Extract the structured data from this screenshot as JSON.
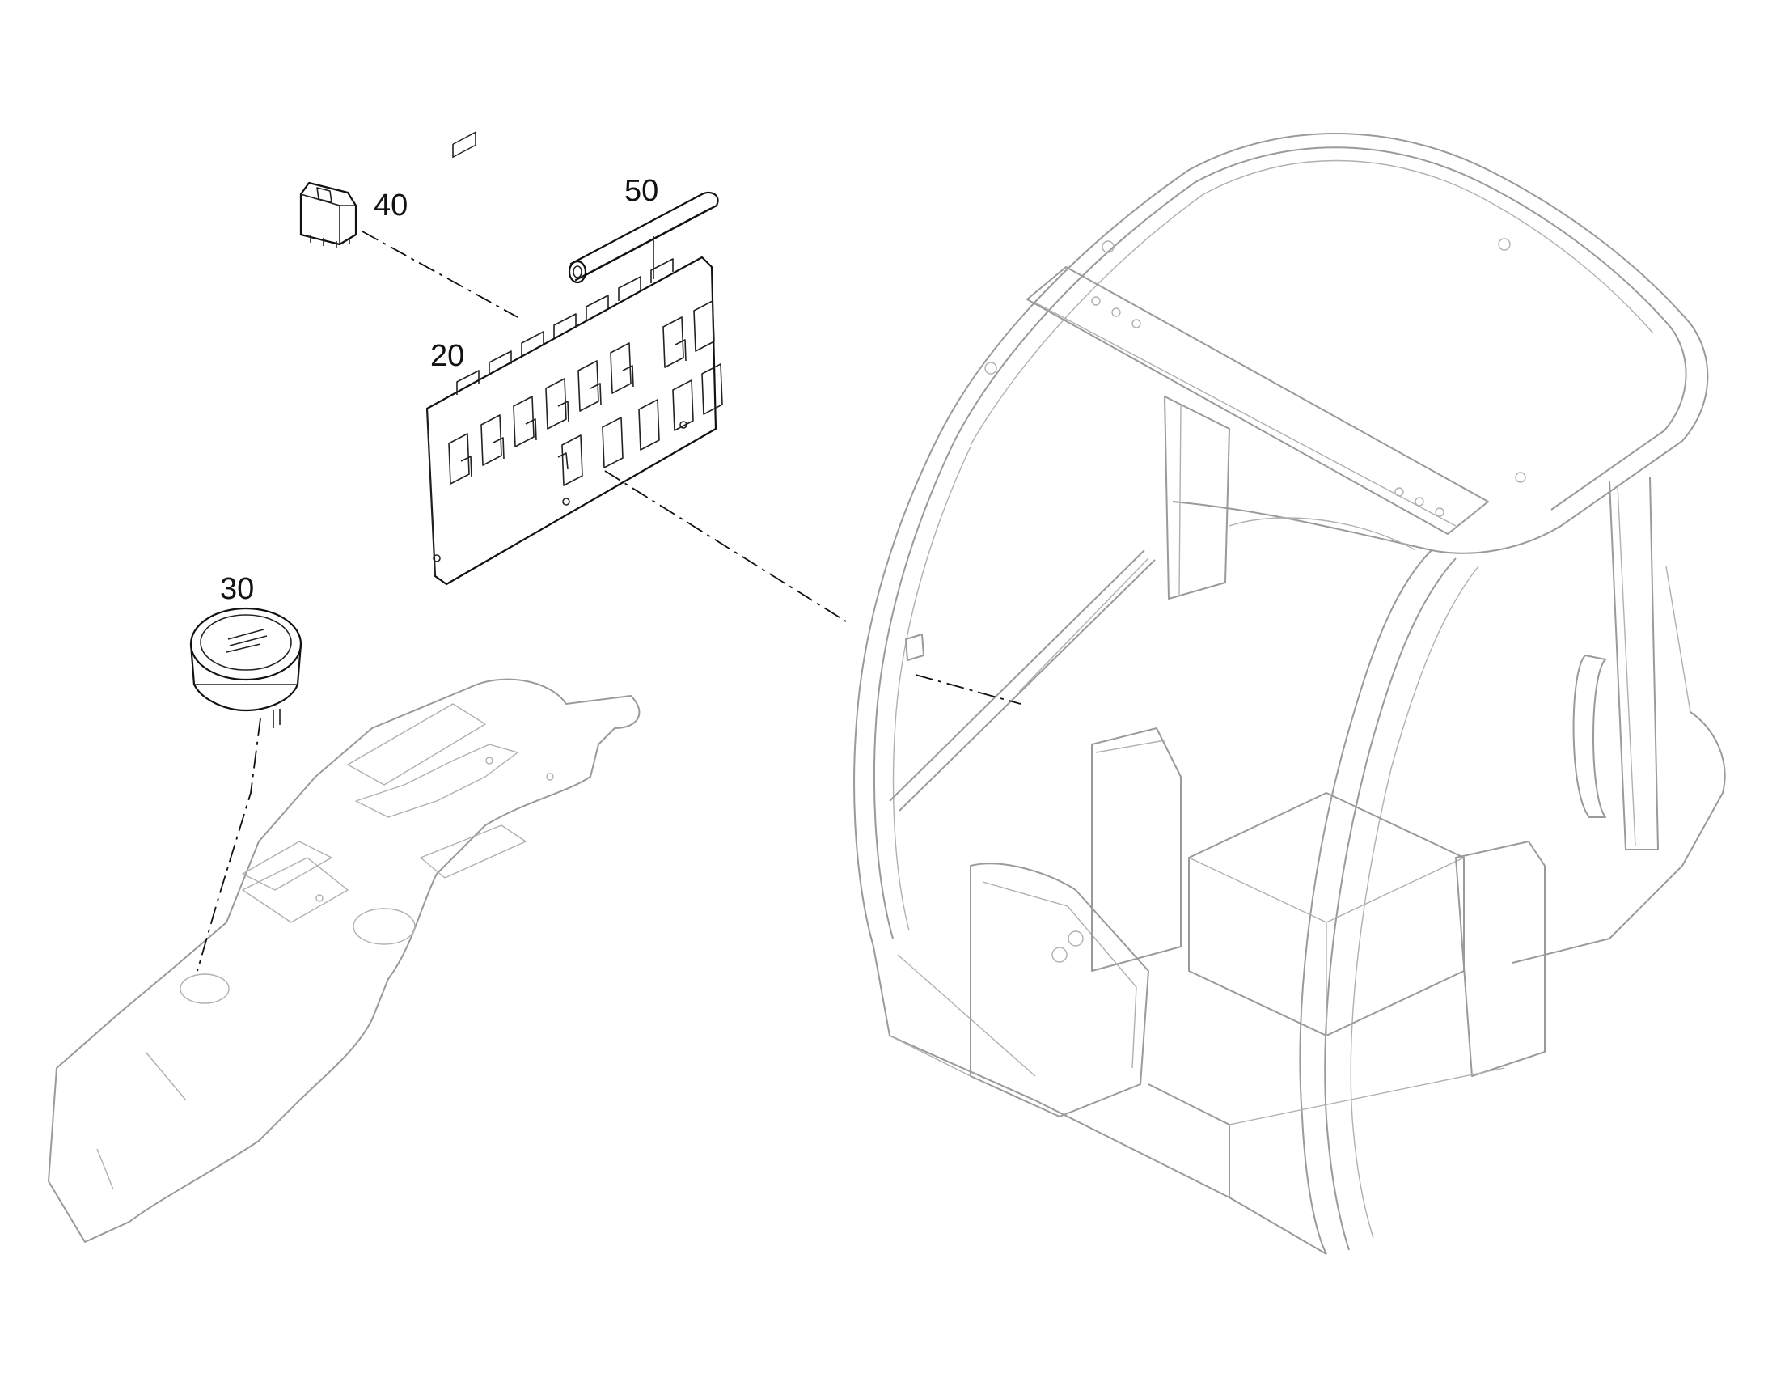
{
  "callouts": {
    "board": "20",
    "gauge": "30",
    "relay": "40",
    "pipe": "50"
  }
}
